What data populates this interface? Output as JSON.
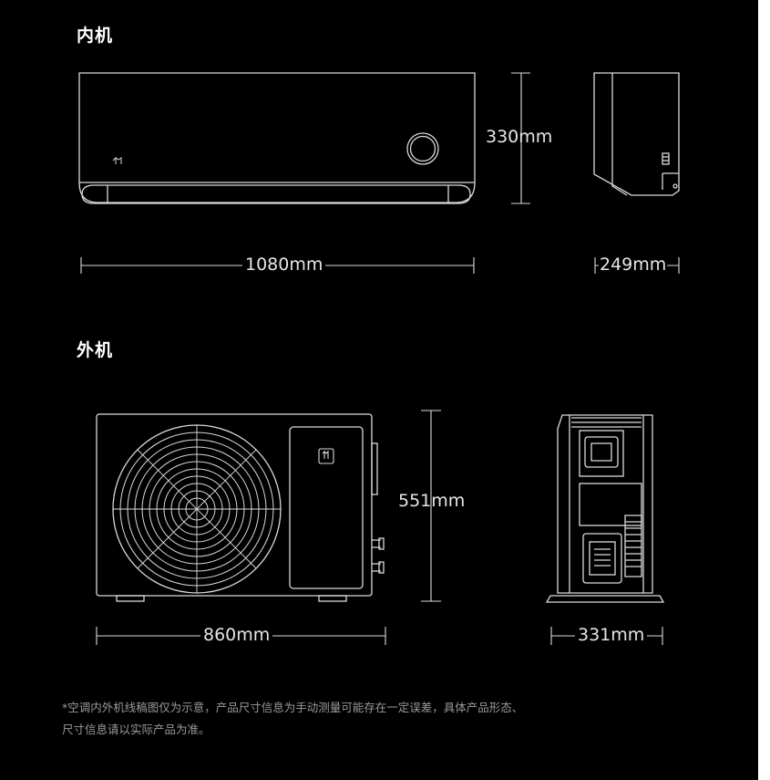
{
  "indoor": {
    "title": "内机",
    "width_label": "1080mm",
    "height_label": "330mm",
    "depth_label": "249mm"
  },
  "outdoor": {
    "title": "外机",
    "width_label": "860mm",
    "height_label": "551mm",
    "depth_label": "331mm"
  },
  "footnote": {
    "line1": "*空调内外机线稿图仅为示意，产品尺寸信息为手动测量可能存在一定误差，具体产品形态、",
    "line2": "尺寸信息请以实际产品为准。"
  },
  "colors": {
    "background": "#000000",
    "line": "#d9d9d9",
    "text": "#e6e6e6",
    "note": "#9a9a9a"
  },
  "icons": {
    "brand_logo": "mi-home-logo"
  }
}
